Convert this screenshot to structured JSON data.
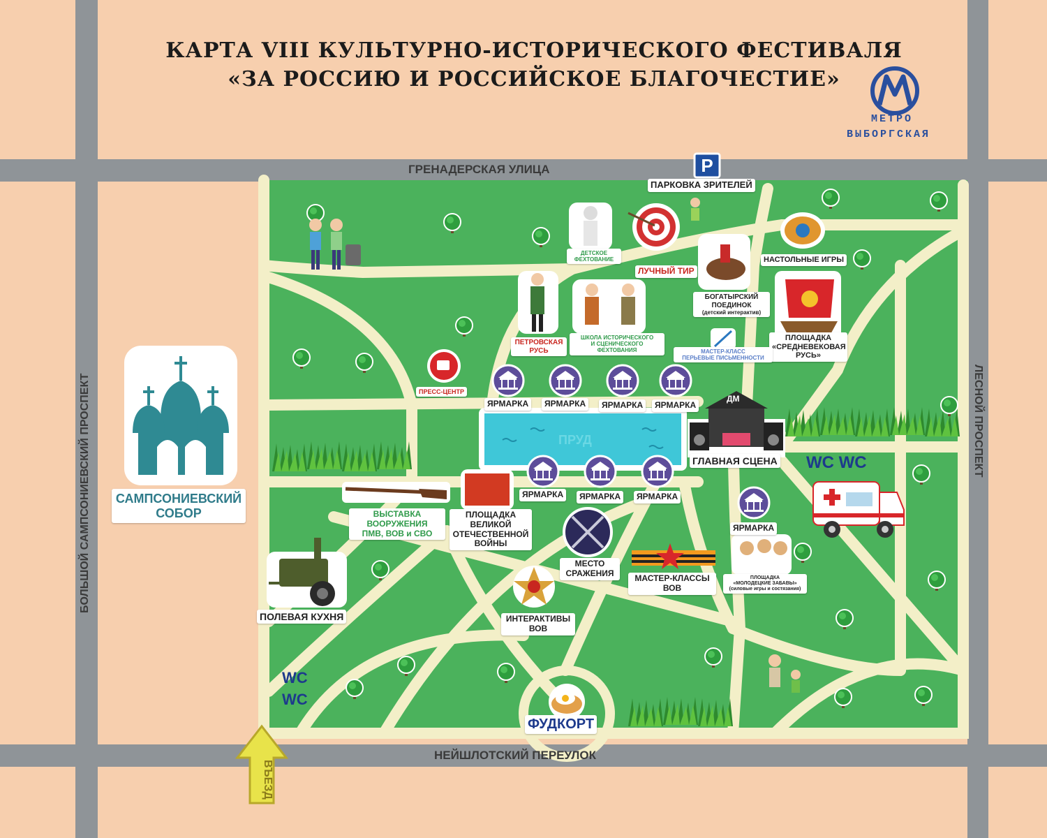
{
  "title": {
    "line1": "КАРТА VIII КУЛЬТУРНО-ИСТОРИЧЕСКОГО ФЕСТИВАЛЯ",
    "line2": "«ЗА РОССИЮ И РОССИЙСКОЕ БЛАГОЧЕСТИЕ»"
  },
  "metro": {
    "logo": "M",
    "label1": "МЕТРО",
    "label2": "ВЫБОРГСКАЯ"
  },
  "streets": {
    "top": "ГРЕНАДЕРСКАЯ УЛИЦА",
    "bottom": "НЕЙШЛОТСКИЙ ПЕРЕУЛОК",
    "left": "БОЛЬШОЙ САМПСОНИЕВСКИЙ ПРОСПЕКТ",
    "right": "ЛЕСНОЙ ПРОСПЕКТ"
  },
  "parking": {
    "symbol": "P",
    "label": "ПАРКОВКА ЗРИТЕЛЕЙ"
  },
  "cathedral": {
    "line1": "САМПСОНИЕВСКИЙ",
    "line2": "СОБОР"
  },
  "entrance": "ВЪЕЗД",
  "pond": "ПРУД",
  "stage": {
    "badge": "ДМ",
    "label": "ГЛАВНАЯ СЦЕНА"
  },
  "wc": {
    "right": "WC WC",
    "left1": "WC",
    "left2": "WC"
  },
  "fair": "ЯРМАРКА",
  "places": {
    "fencing": [
      "ДЕТСКОЕ",
      "ФЕХТОВАНИЕ"
    ],
    "archery": "ЛУЧНЫЙ ТИР",
    "boardgames": "НАСТОЛЬНЫЕ ИГРЫ",
    "bogatyr": [
      "БОГАТЫРСКИЙ",
      "ПОЕДИНОК",
      "(детский интерактив)"
    ],
    "medieval": [
      "ПЛОЩАДКА",
      "«СРЕДНЕВЕКОВАЯ",
      "РУСЬ»"
    ],
    "writing": [
      "МАСТЕР-КЛАСС",
      "ПЕРЬЕВЫЕ ПИСЬМЕННОСТИ"
    ],
    "school": [
      "ШКОЛА ИСТОРИЧЕСКОГО",
      "И СЦЕНИЧЕСКОГО",
      "ФЕХТОВАНИЯ"
    ],
    "petrovskaya": [
      "ПЕТРОВСКАЯ",
      "РУСЬ"
    ],
    "press": "ПРЕСС-ЦЕНТР",
    "weapons": [
      "ВЫСТАВКА",
      "ВООРУЖЕНИЯ",
      "ПМВ, ВОВ и СВО"
    ],
    "ww2area": [
      "ПЛОЩАДКА",
      "ВЕЛИКОЙ",
      "ОТЕЧЕСТВЕННОЙ",
      "ВОЙНЫ"
    ],
    "battle": [
      "МЕСТО",
      "СРАЖЕНИЯ"
    ],
    "masterww2": [
      "МАСТЕР-КЛАССЫ",
      "ВОВ"
    ],
    "molodetskie": [
      "ПЛОЩАДКА",
      "«МОЛОДЕЦКИЕ ЗАБАВЫ»",
      "(силовые игры и состязания)"
    ],
    "kitchen": "ПОЛЕВАЯ КУХНЯ",
    "interactive": [
      "ИНТЕРАКТИВЫ",
      "ВОВ"
    ],
    "foodcourt": "ФУДКОРТ"
  },
  "colors": {
    "background": "#f7cfae",
    "road": "#8f9498",
    "park": "#4bb25c",
    "path": "#f3efc8",
    "pond": "#3fc7d8",
    "cathedral": "#2f8a93",
    "metro": "#2a4f9e"
  },
  "icons": [
    "tree-icon",
    "fair-carousel-icon",
    "target-icon",
    "ambulance-icon",
    "church-icon",
    "metro-logo-icon",
    "parking-icon",
    "crossed-swords-icon",
    "order-star-icon",
    "field-kitchen-icon",
    "rifle-icon",
    "ship-icon",
    "food-icon"
  ]
}
